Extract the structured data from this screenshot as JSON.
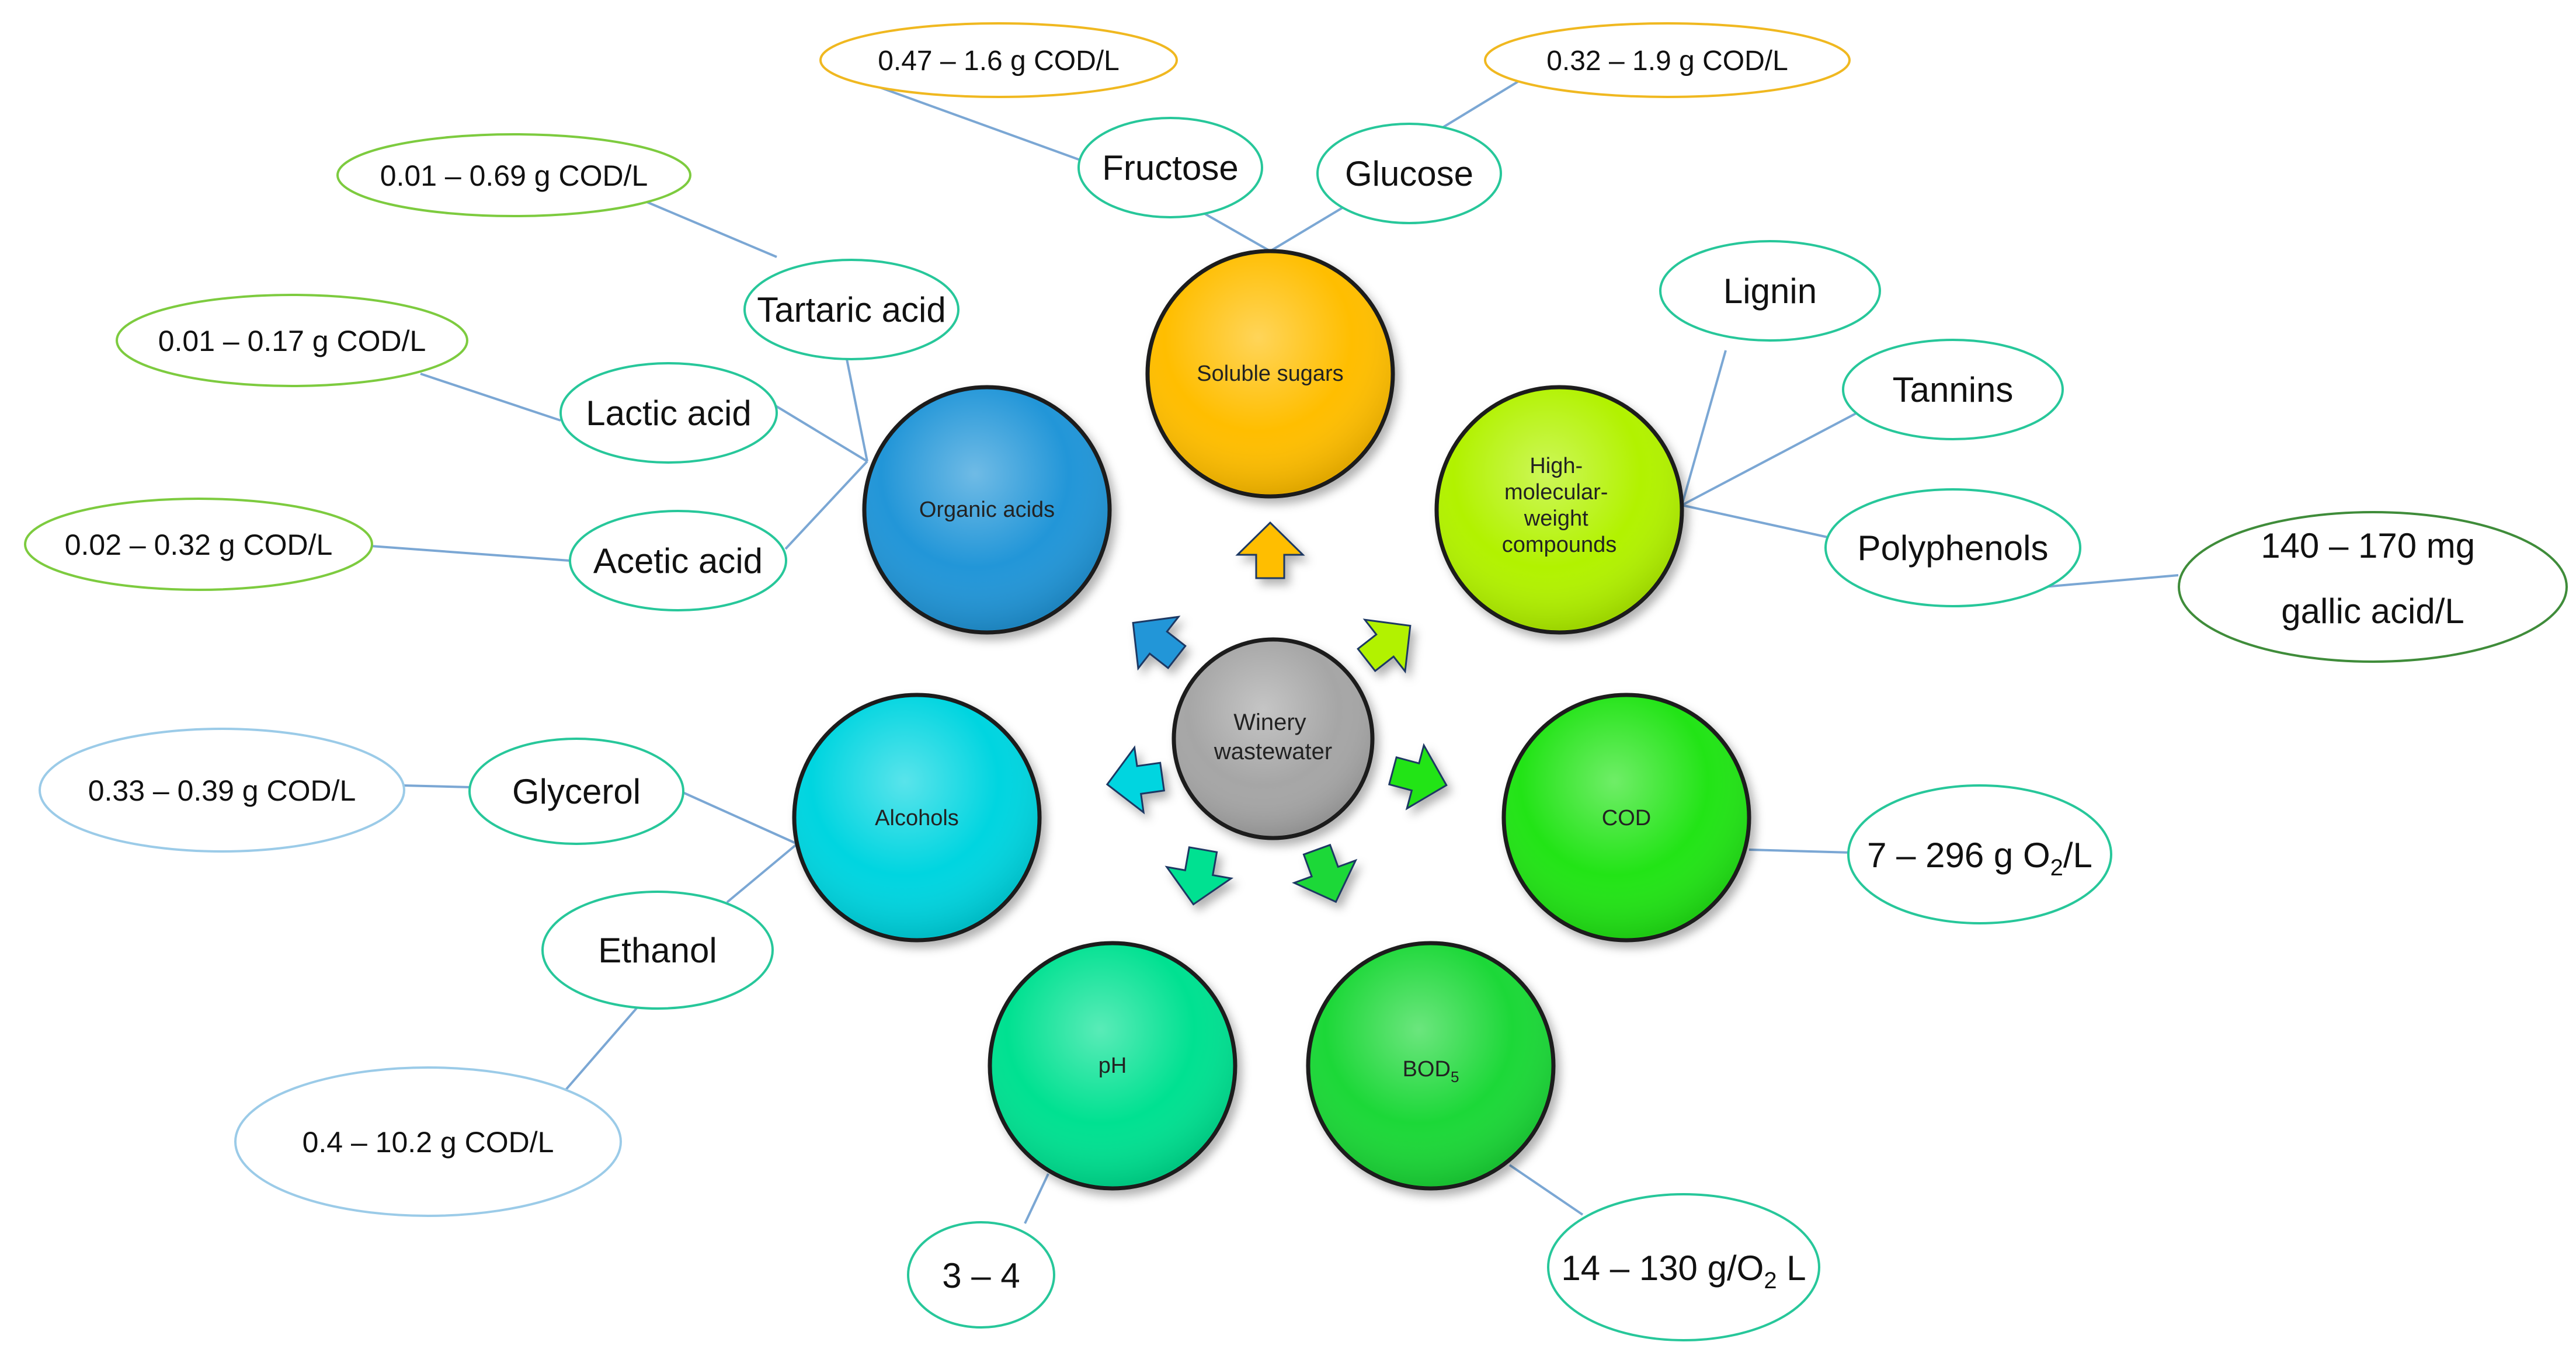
{
  "center": {
    "label_lines": [
      "Winery",
      "wastewater"
    ]
  },
  "categories": {
    "organic_acids": {
      "label_lines": [
        "Organic acids"
      ]
    },
    "soluble_sugars": {
      "label_lines": [
        "Soluble sugars"
      ]
    },
    "hmw_compounds": {
      "label_lines": [
        "High-",
        "molecular-",
        "weight",
        "compounds"
      ]
    },
    "alcohols": {
      "label_lines": [
        "Alcohols"
      ]
    },
    "cod": {
      "label_lines": [
        "COD"
      ]
    },
    "ph": {
      "label_lines": [
        "pH"
      ]
    },
    "bod5": {
      "label_main": "BOD",
      "label_sub": "5"
    }
  },
  "components": {
    "tartaric_acid": "Tartaric acid",
    "lactic_acid": "Lactic acid",
    "acetic_acid": "Acetic acid",
    "fructose": "Fructose",
    "glucose": "Glucose",
    "lignin": "Lignin",
    "tannins": "Tannins",
    "polyphenols": "Polyphenols",
    "glycerol": "Glycerol",
    "ethanol": "Ethanol"
  },
  "values": {
    "tartaric_acid": "0.01 – 0.69 g COD/L",
    "lactic_acid": "0.01 – 0.17 g COD/L",
    "acetic_acid": "0.02 – 0.32 g COD/L",
    "fructose": "0.47 – 1.6 g COD/L",
    "glucose": "0.32 – 1.9 g COD/L",
    "polyphenols_lines": [
      "140 – 170 mg",
      "gallic acid/L"
    ],
    "glycerol": "0.33 – 0.39 g COD/L",
    "ethanol": "0.4 – 10.2 g COD/L",
    "cod": {
      "main": "7 – 296 g O",
      "sub": "2",
      "tail": "/L"
    },
    "ph": "3 – 4",
    "bod5": {
      "main": "14 – 130 g/O",
      "sub": "2",
      "tail": " L"
    }
  },
  "colors": {
    "organic_acids": "#2196D8",
    "soluble_sugars": "#FFBE00",
    "hmw_compounds": "#B2F200",
    "alcohols": "#00D5E0",
    "cod": "#22E412",
    "ph": "#00E191",
    "bod5": "#1ED838",
    "center": "#A6A6A6",
    "component_border": "#27C79A",
    "green_value_border": "#7DCB3F",
    "yellow_value_border": "#F0B820",
    "blue_value_border": "#9BCBE8",
    "dark_green_value_border": "#3F8C3A",
    "connector": "#7BA7D4"
  }
}
